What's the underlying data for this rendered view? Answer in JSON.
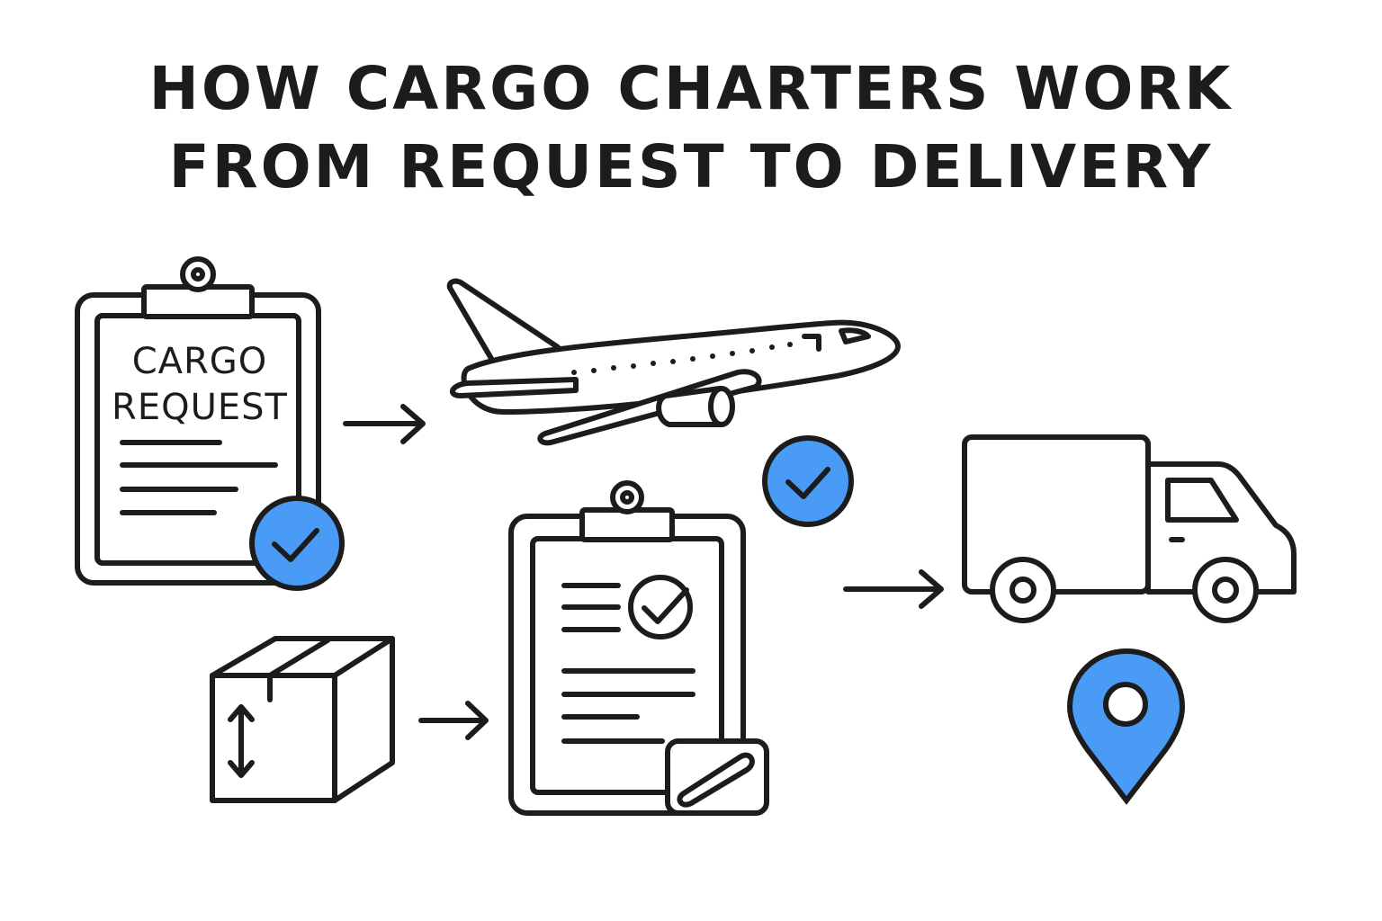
{
  "title": {
    "line1": "HOW CARGO CHARTERS WORK",
    "line2": "FROM REQUEST TO DELIVERY"
  },
  "request_card": {
    "label_line1": "CARGO",
    "label_line2": "REQUEST"
  },
  "icons": [
    "clipboard-request-icon",
    "check-badge-icon",
    "airplane-icon",
    "package-box-icon",
    "clipboard-approved-icon",
    "delivery-truck-icon",
    "location-pin-icon",
    "arrow-right-icon"
  ],
  "colors": {
    "stroke": "#1c1c1c",
    "accent": "#4a9bf5",
    "background": "#ffffff"
  }
}
